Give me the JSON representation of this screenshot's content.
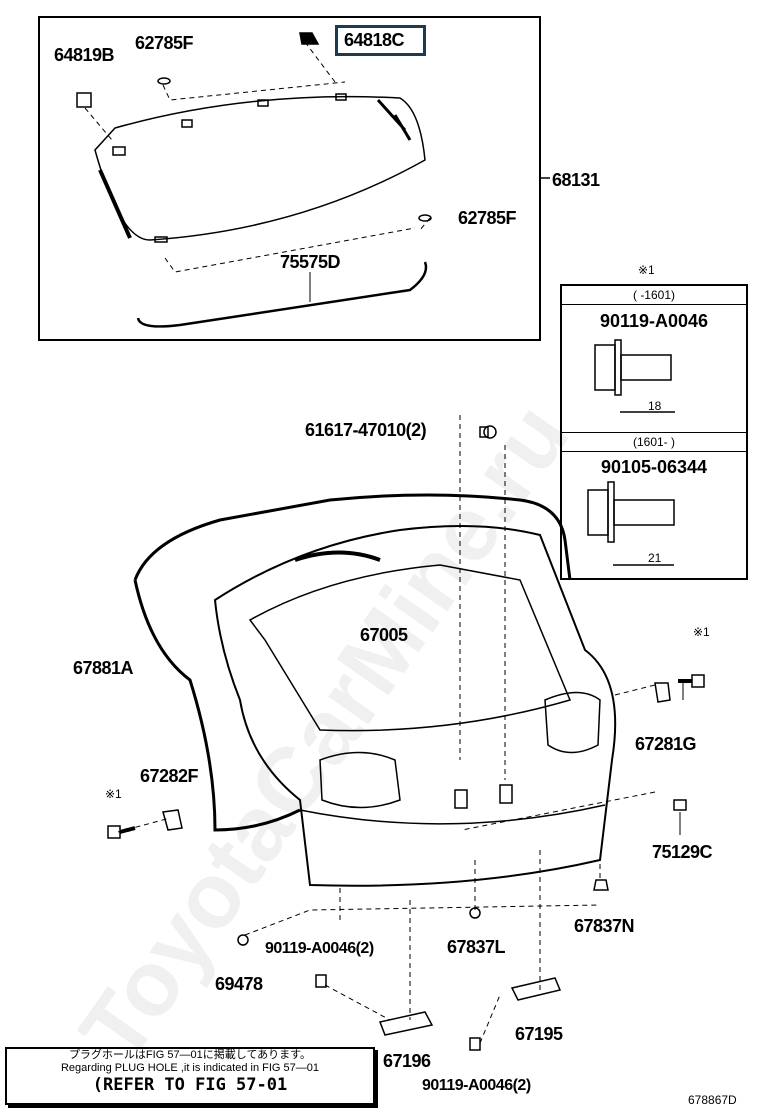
{
  "labels": {
    "p64819B": "64819B",
    "p62785F_top": "62785F",
    "p64818C": "64818C",
    "p68131": "68131",
    "p62785F_right": "62785F",
    "p75575D": "75575D",
    "p61617": "61617-47010(2)",
    "p67005": "67005",
    "p67881A": "67881A",
    "p67281G": "67281G",
    "p67282F": "67282F",
    "p75129C": "75129C",
    "p67837N": "67837N",
    "p90119_left": "90119-A0046(2)",
    "p67837L": "67837L",
    "p69478": "69478",
    "p67195": "67195",
    "p67196": "67196",
    "p90119_bottom": "90119-A0046(2)"
  },
  "marks": {
    "ref1": "※1"
  },
  "fastener_table": {
    "note": "※1",
    "rows": [
      {
        "range": "(      -1601)",
        "part": "90119-A0046",
        "length": "18"
      },
      {
        "range": "(1601-      )",
        "part": "90105-06344",
        "length": "21"
      }
    ]
  },
  "note": {
    "jp": "プラグホールはFIG 57—01に掲載してあります。",
    "en": "Regarding PLUG HOLE ,it is indicated in FIG 57—01",
    "ref": "(REFER TO FIG 57-01"
  },
  "figure_id": "678867D",
  "watermark": "ToyotaCarMine.ru",
  "colors": {
    "highlight": "#1e3a4f"
  }
}
